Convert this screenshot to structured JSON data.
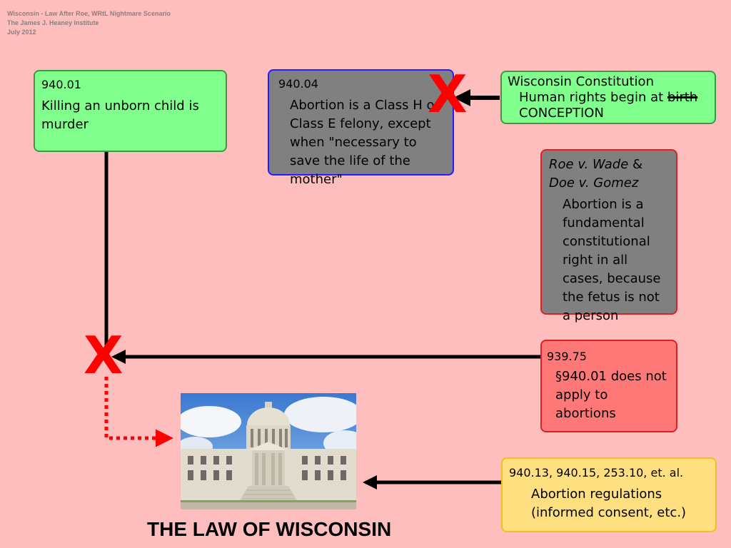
{
  "header": {
    "line1": "Wisconsin - Law After Roe, WRtL Nightmare Scenario",
    "line2": "The James J. Heaney Institute",
    "line3": "July 2012"
  },
  "boxes": {
    "s94001": {
      "code": "940.01",
      "text": "Killing an unborn child is murder"
    },
    "s94004": {
      "code": "940.04",
      "text": "Abortion is a Class H or Class E felony, except when \"necessary to save the life of the mother\""
    },
    "constitution": {
      "title": "Wisconsin Constitution",
      "line_prefix": "Human rights begin at ",
      "struck": "birth",
      "replacement": "CONCEPTION"
    },
    "roe": {
      "case1": "Roe v. Wade",
      "amp": " & ",
      "case2": "Doe v. Gomez",
      "text": "Abortion is a fundamental constitutional right in all cases, because the fetus is not a person"
    },
    "s93975": {
      "code": "939.75",
      "text": "§940.01 does not apply to abortions"
    },
    "regs": {
      "code": "940.13, 940.15, 253.10, et. al.",
      "text": "Abortion regulations (informed consent, etc.)"
    }
  },
  "cross_mark": "X",
  "footer_title": "THE LAW OF WISCONSIN",
  "colors": {
    "background": "#ffbebe",
    "green": "#80ff8c",
    "gray": "#808080",
    "red": "#ff7878",
    "yellow": "#ffe080",
    "x_mark": "#ff0000",
    "dotted_arrow": "#ff0000"
  }
}
